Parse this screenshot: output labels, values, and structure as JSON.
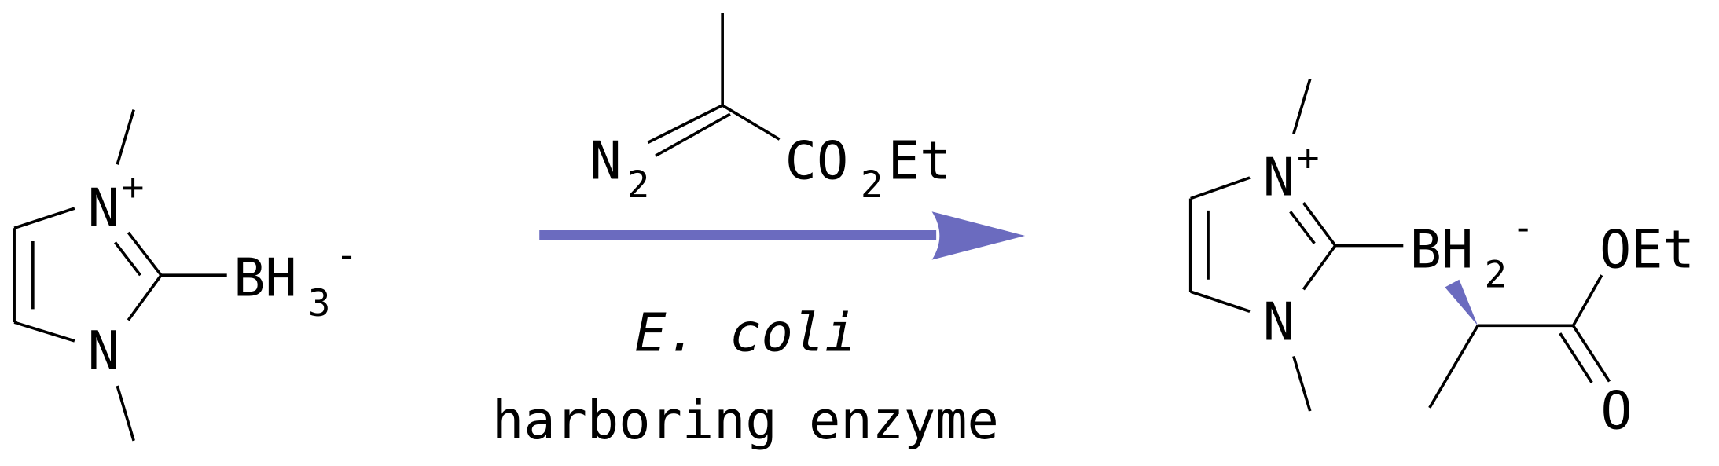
{
  "reactant": {
    "n_plus": "N",
    "plus": "+",
    "n": "N",
    "boron": "BH",
    "boron_sub": "3",
    "charge": "-"
  },
  "reagent": {
    "n2": "N",
    "n2_sub": "2",
    "ester_a": "CO",
    "ester_sub": "2",
    "ester_b": "Et"
  },
  "conditions": {
    "organism": "E. coli",
    "description": "harboring enzyme"
  },
  "product": {
    "n_plus": "N",
    "plus": "+",
    "n": "N",
    "boron": "BH",
    "boron_sub": "2",
    "charge": "-",
    "oet": "OEt",
    "carbonyl_o": "O"
  },
  "colors": {
    "arrow": "#6b6bbf",
    "wedge": "#6b6bbf",
    "bonds": "#000000"
  }
}
